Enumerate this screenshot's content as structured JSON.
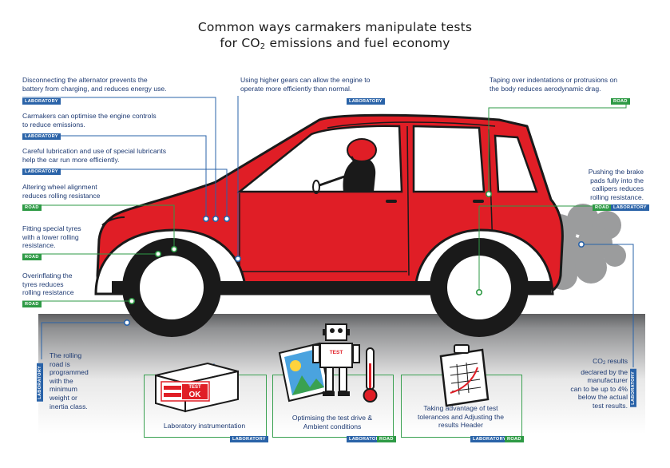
{
  "title": {
    "line1": "Common ways carmakers manipulate tests",
    "line2_pre": "for CO",
    "line2_sub": "2",
    "line2_post": " emissions and fuel economy"
  },
  "tags": {
    "laboratory": "LABORATORY",
    "road": "ROAD"
  },
  "annotations": {
    "alternator": [
      "Disconnecting the alternator prevents the",
      "battery from charging, and reduces energy use."
    ],
    "engine_controls": [
      "Carmakers can optimise the engine controls",
      "to reduce emissions."
    ],
    "lubrication": [
      "Careful lubrication and use of special lubricants",
      "help the car run more efficiently."
    ],
    "wheel_alignment": [
      "Altering wheel alignment",
      "reduces rolling resistance"
    ],
    "tyres": [
      "Fitting special tyres",
      "with a lower rolling",
      "resistance."
    ],
    "overinflating": [
      "Overinflating the",
      "tyres reduces",
      "rolling resistance"
    ],
    "gears": [
      "Using higher gears can allow the engine to",
      "operate more efficiently than normal."
    ],
    "taping": [
      "Taping over indentations or protrusions on",
      "the body reduces aerodynamic drag."
    ],
    "brake_pads": [
      "Pushing the brake",
      "pads fully into the",
      "callipers reduces",
      "rolling resistance."
    ],
    "rolling_road": [
      "The rolling",
      "road is",
      "programmed",
      "with the",
      "minimum",
      "weight or",
      "inertia class."
    ],
    "co2_results": [
      "results",
      "declared by the",
      "manufacturer",
      "can to be up to 4%",
      "below the actual",
      "test results."
    ],
    "co2_results_prefix": "CO",
    "co2_results_sub": "2"
  },
  "boxes": {
    "instrumentation": {
      "label": [
        "Laboratory instrumentation"
      ],
      "display_top": "TEST",
      "display_bottom": "OK"
    },
    "test_drive": {
      "label": [
        "Optimising the test drive &",
        "Ambient conditions"
      ],
      "robot_badge": "TEST"
    },
    "tolerances": {
      "label": [
        "Taking advantage of test",
        "tolerances and Adjusting the",
        "results Header"
      ]
    }
  },
  "colors": {
    "car_red": "#e01e26",
    "outline": "#1a1a1a",
    "lab_blue": "#2a63a8",
    "road_green": "#2e9a45",
    "text_navy": "#1f3b73",
    "road_gray": "#6d6e70"
  }
}
